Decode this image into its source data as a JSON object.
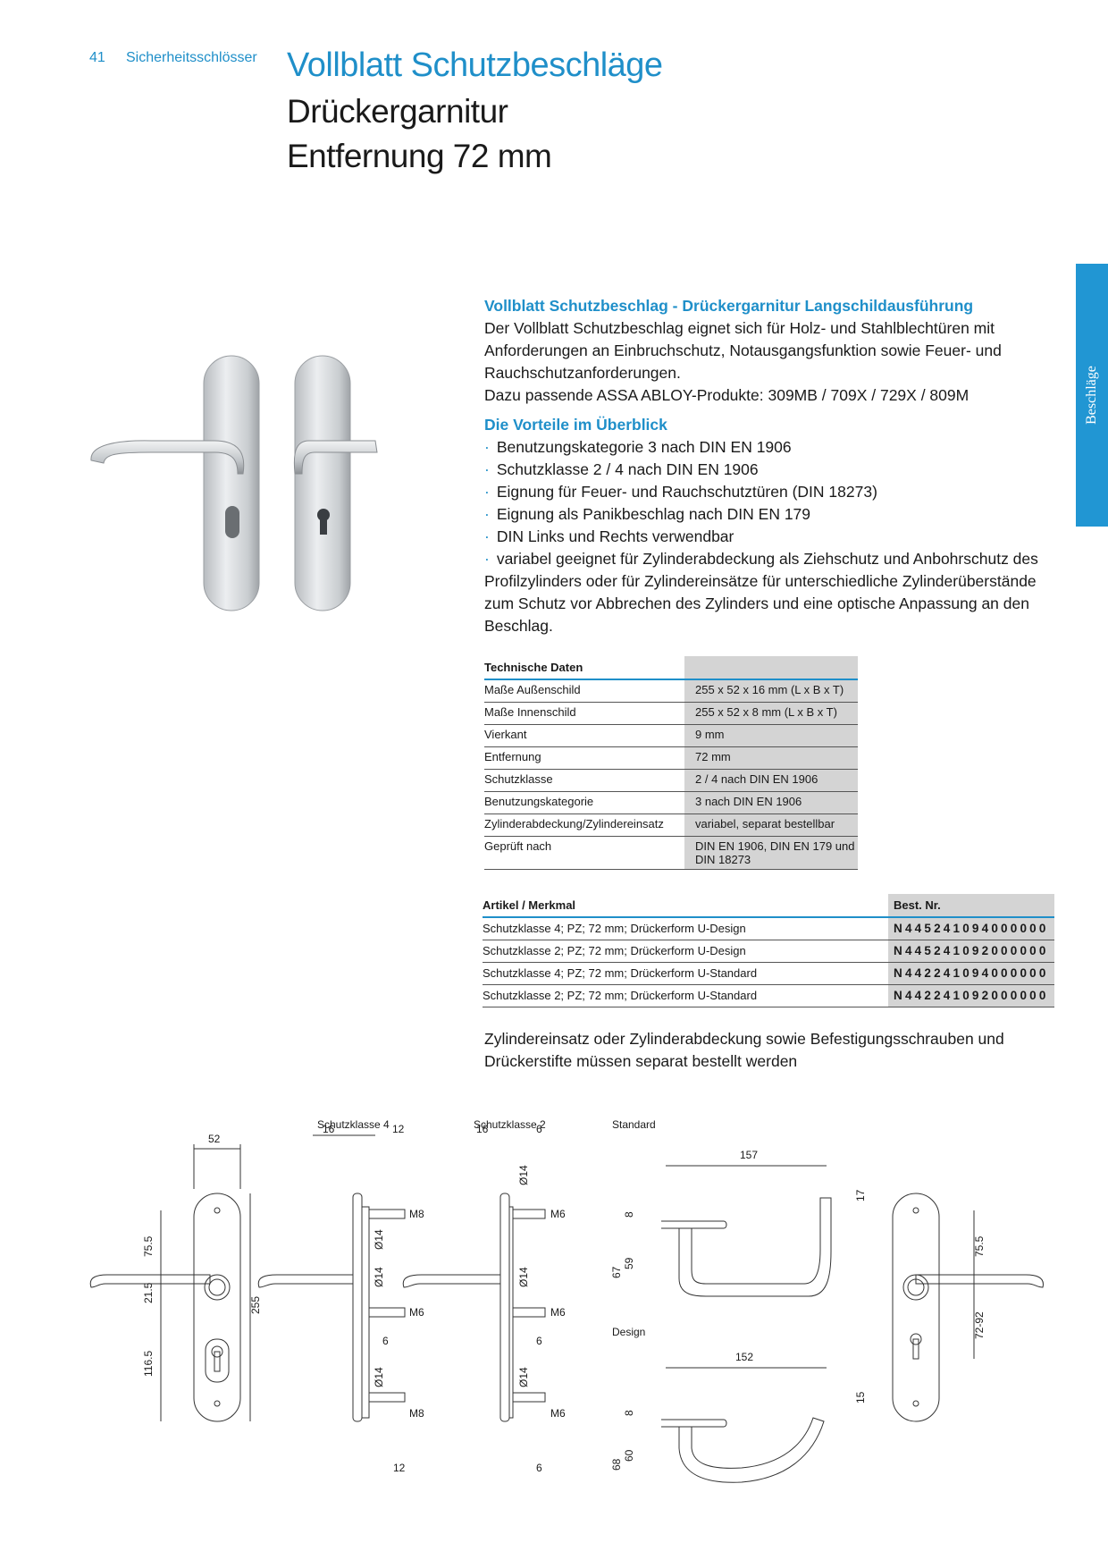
{
  "header": {
    "page_number": "41",
    "section": "Sicherheitsschlösser",
    "title": "Vollblatt Schutzbeschläge",
    "subtitle_lines": [
      "Drückergarnitur",
      "Entfernung 72 mm"
    ]
  },
  "side_tab": "Beschläge",
  "intro": {
    "heading": "Vollblatt Schutzbeschlag - Drückergarnitur Langschildausführung",
    "paragraph": "Der Vollblatt Schutzbeschlag eignet sich für Holz- und Stahlblechtüren mit Anforderungen an Einbruchschutz, Notausgangsfunktion sowie Feuer- und Rauchschutzanforderungen.",
    "products": "Dazu passende ASSA ABLOY-Produkte: 309MB / 709X / 729X / 809M"
  },
  "advantages": {
    "heading": "Die Vorteile im Überblick",
    "items": [
      "Benutzungskategorie 3 nach DIN EN 1906",
      "Schutzklasse 2 / 4 nach DIN EN 1906",
      "Eignung für Feuer- und Rauchschutztüren (DIN 18273)",
      "Eignung als Panikbeschlag nach DIN EN 179",
      "DIN Links und Rechts verwendbar",
      "variabel geeignet für Zylinderabdeckung als Ziehschutz und Anbohrschutz des Profilzylinders oder für Zylindereinsätze für unterschiedliche Zylinderüberstände zum Schutz vor Abbrechen des Zylinders und eine optische Anpassung an den Beschlag."
    ]
  },
  "tech_data": {
    "heading": "Technische Daten",
    "rows": [
      {
        "label": "Maße Außenschild",
        "value": "255 x 52 x 16 mm (L x B x T)"
      },
      {
        "label": "Maße Innenschild",
        "value": "255 x 52 x 8 mm (L x B x T)"
      },
      {
        "label": "Vierkant",
        "value": "9 mm"
      },
      {
        "label": "Entfernung",
        "value": "72 mm"
      },
      {
        "label": "Schutzklasse",
        "value": "2 / 4 nach DIN EN 1906"
      },
      {
        "label": "Benutzungskategorie",
        "value": "3 nach DIN EN 1906"
      },
      {
        "label": "Zylinderabdeckung/Zylindereinsatz",
        "value": "variabel, separat bestellbar"
      },
      {
        "label": "Geprüft nach",
        "value": "DIN EN 1906, DIN EN 179 und DIN 18273"
      }
    ]
  },
  "articles": {
    "col_feature": "Artikel / Merkmal",
    "col_number": "Best. Nr.",
    "rows": [
      {
        "feature": "Schutzklasse 4; PZ; 72 mm; Drückerform U-Design",
        "number": "N445241094000000"
      },
      {
        "feature": "Schutzklasse 2; PZ; 72 mm; Drückerform U-Design",
        "number": "N445241092000000"
      },
      {
        "feature": "Schutzklasse 4; PZ; 72 mm; Drückerform U-Standard",
        "number": "N442241094000000"
      },
      {
        "feature": "Schutzklasse 2; PZ; 72 mm; Drückerform U-Standard",
        "number": "N442241092000000"
      }
    ]
  },
  "note": "Zylindereinsatz oder Zylinderabdeckung sowie Befestigungsschrauben und Drückerstifte müssen separat bestellt werden",
  "drawing": {
    "label_sk4": "Schutzklasse 4",
    "label_sk2": "Schutzklasse 2",
    "label_standard": "Standard",
    "label_design": "Design",
    "dims": {
      "w52": "52",
      "h255": "255",
      "d75_5": "75.5",
      "d21_5": "21.5",
      "d116_5": "116.5",
      "d16": "16",
      "d12": "12",
      "d6": "6",
      "dia14": "Ø14",
      "m8": "M8",
      "m6": "M6",
      "d157": "157",
      "d152": "152",
      "d17": "17",
      "d15": "15",
      "d8": "8",
      "d67": "67",
      "d59": "59",
      "d68": "68",
      "d60": "60",
      "d72_92": "72-92"
    }
  }
}
